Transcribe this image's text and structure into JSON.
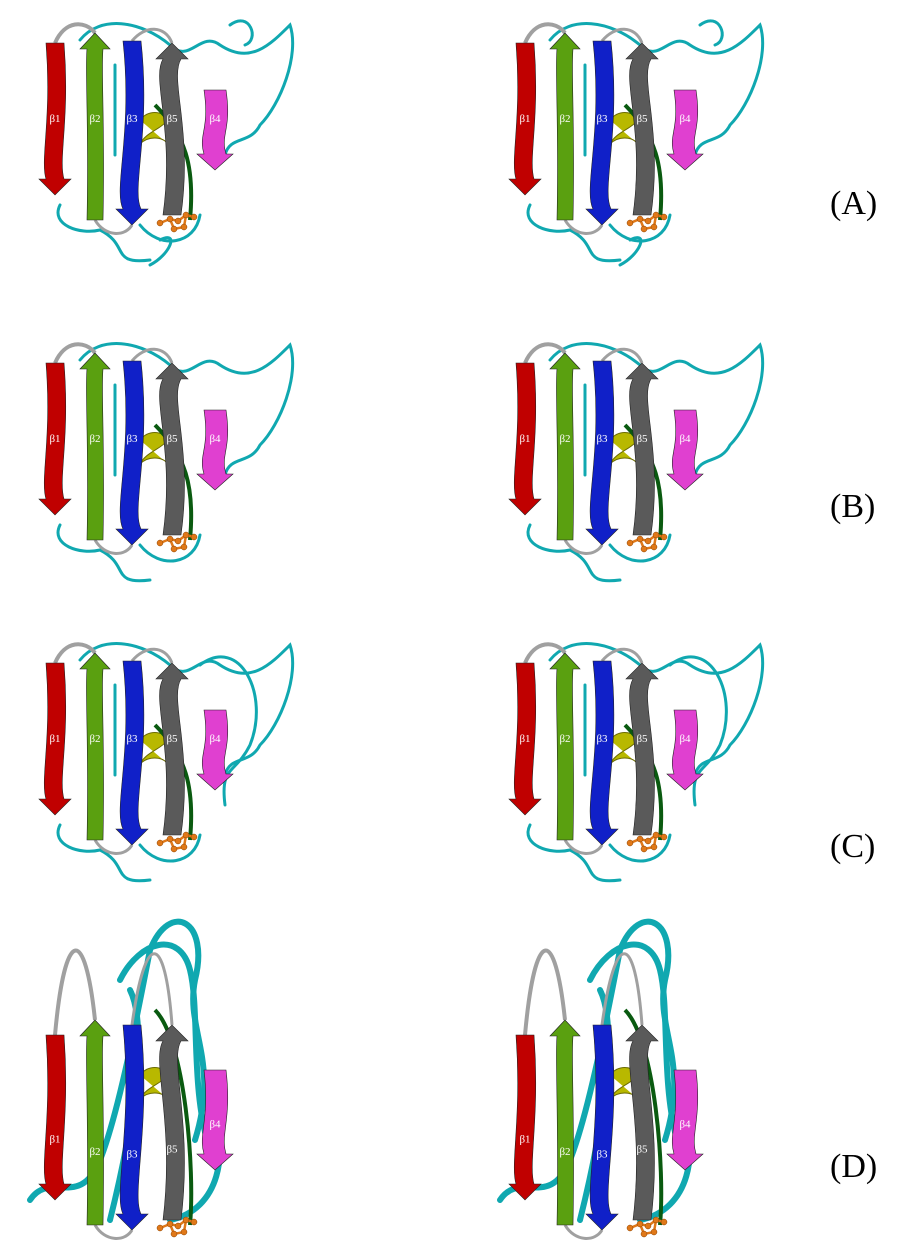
{
  "figure": {
    "panels": [
      {
        "label": "(A)",
        "variant": "a"
      },
      {
        "label": "(B)",
        "variant": "b"
      },
      {
        "label": "(C)",
        "variant": "c"
      },
      {
        "label": "(D)",
        "variant": "d"
      }
    ],
    "strands": [
      {
        "id": "b1",
        "label": "β1",
        "color": "#c00000"
      },
      {
        "id": "b2",
        "label": "β2",
        "color": "#5aa010"
      },
      {
        "id": "b3",
        "label": "β3",
        "color": "#1020c8"
      },
      {
        "id": "b5",
        "label": "β5",
        "color": "#5a5a5a"
      },
      {
        "id": "b4",
        "label": "β4",
        "color": "#e040d0"
      }
    ],
    "colors": {
      "loop": "#10a8b0",
      "connector": "#a0a0a0",
      "helix": "#b8b800",
      "dark_strand": "#0a5a10",
      "ligand": "#e07818"
    }
  }
}
